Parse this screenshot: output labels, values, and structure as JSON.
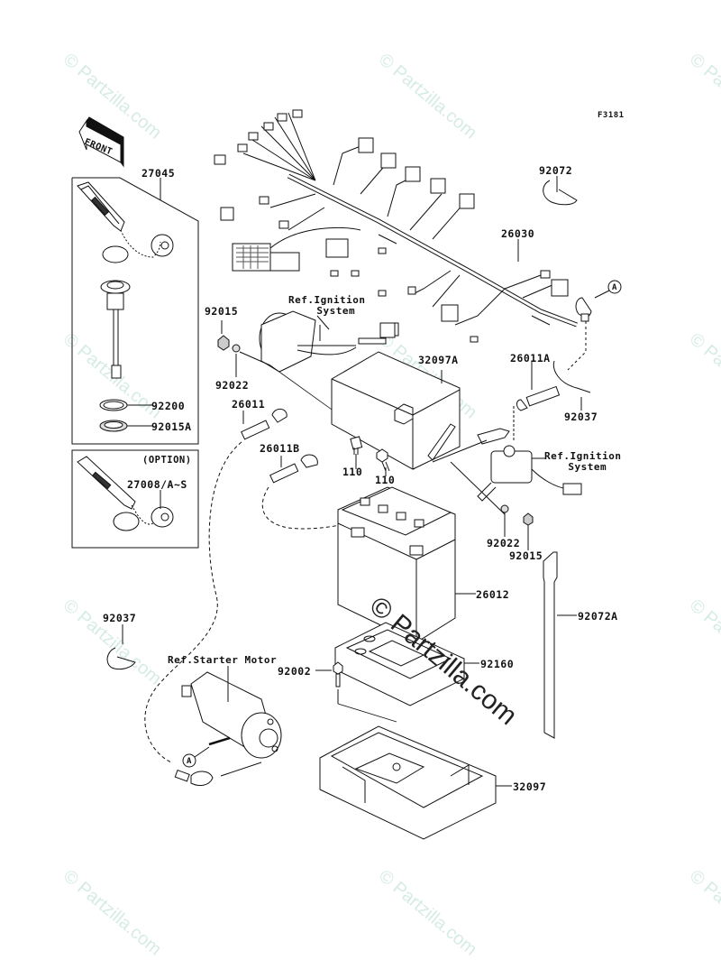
{
  "figure_code": "F3181",
  "front_arrow_label": "FRONT",
  "watermark": "© Partzilla.com",
  "parts": {
    "p27045": "27045",
    "p92200": "92200",
    "p92015A": "92015A",
    "option_label": "(OPTION)",
    "p27008": "27008/A~S",
    "p92015_top": "92015",
    "p92022_top": "92022",
    "p26011": "26011",
    "p26011B": "26011B",
    "p110_a": "110",
    "p110_b": "110",
    "p32097A": "32097A",
    "p26030": "26030",
    "p92072": "92072",
    "p26011A": "26011A",
    "p92037_right": "92037",
    "p92022_bottom": "92022",
    "p92015_bottom": "92015",
    "p26012": "26012",
    "p92072A": "92072A",
    "p92037_left": "92037",
    "p92002": "92002",
    "p92160": "92160",
    "p32097": "32097"
  },
  "refs": {
    "ignition_top_line1": "Ref.Ignition",
    "ignition_top_line2": "System",
    "ignition_right_line1": "Ref.Ignition",
    "ignition_right_line2": "System",
    "starter_motor": "Ref.Starter Motor"
  },
  "callouts": {
    "a_top": "A",
    "a_bottom": "A"
  }
}
